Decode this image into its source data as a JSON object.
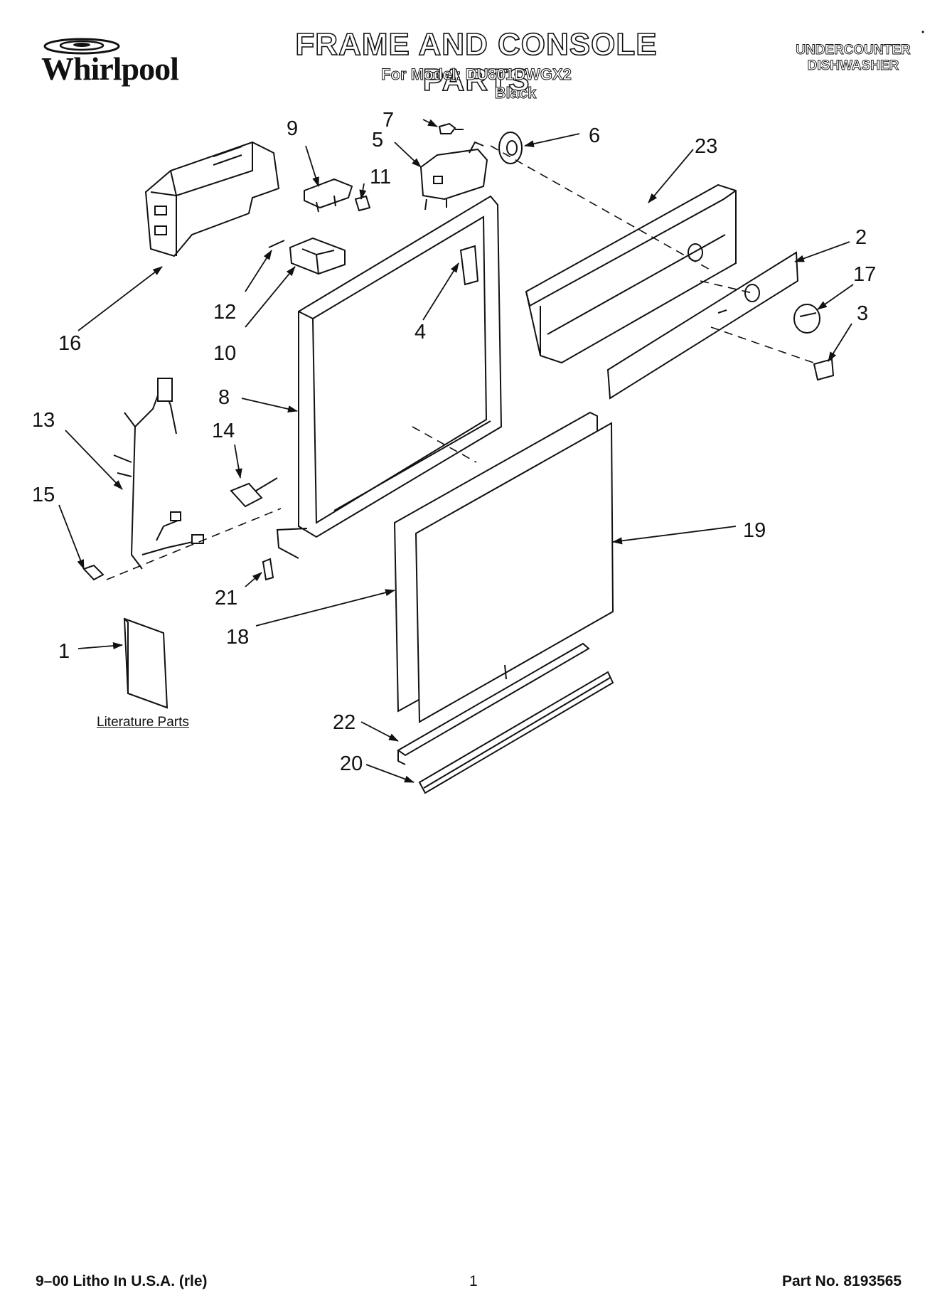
{
  "header": {
    "brand": "Whirlpool",
    "title": "FRAME AND CONSOLE PARTS",
    "model_line": "For Model: DU801DWGX2",
    "color": "Black",
    "category_line1": "UNDERCOUNTER",
    "category_line2": "DISHWASHER"
  },
  "callouts": [
    "1",
    "2",
    "3",
    "4",
    "5",
    "6",
    "7",
    "8",
    "9",
    "10",
    "11",
    "12",
    "13",
    "14",
    "15",
    "16",
    "17",
    "18",
    "19",
    "20",
    "21",
    "22",
    "23"
  ],
  "literature_label": "Literature Parts",
  "footer": {
    "left": "9–00 Litho In U.S.A. (rle)",
    "page": "1",
    "right": "Part No. 8193565"
  }
}
